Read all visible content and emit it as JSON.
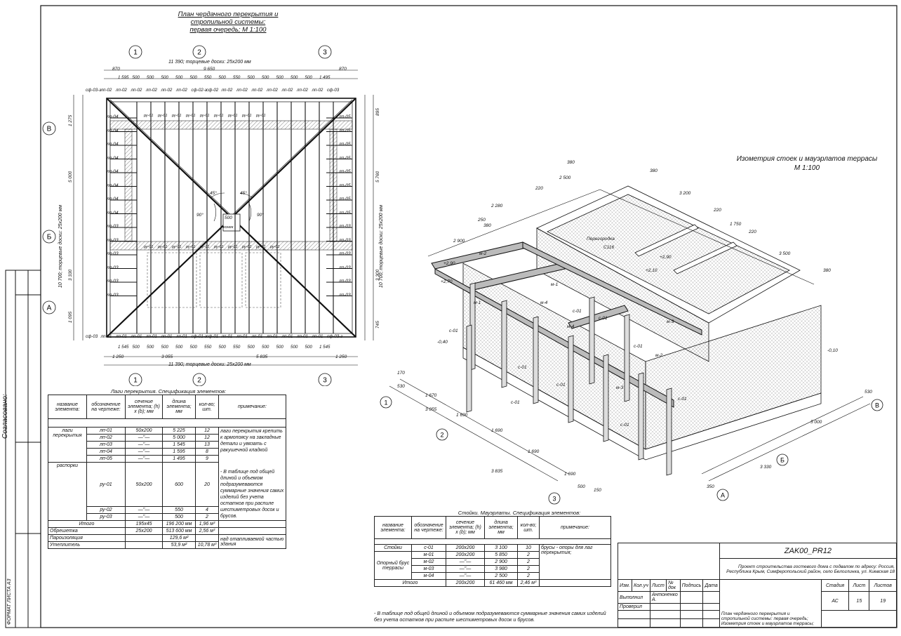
{
  "plan": {
    "title": [
      "План чердачного перекрытия и",
      "стропильной системы:",
      "первая очередь; М 1:100"
    ],
    "top_dim": "11 390; торцевые доски: 25x200 мм",
    "bottom_dim": "11 390; торцевые доски: 25x200 мм",
    "left_dim": "10 700; торцевые доски: 25x200 мм",
    "right_dim": "10 700; торцевые доски: 25x200 мм",
    "axes_top": [
      "1",
      "2",
      "3"
    ],
    "axes_side": [
      "В",
      "Б",
      "А"
    ],
    "dims_top_a": [
      "870",
      "9 650",
      "870"
    ],
    "dims_top_b": [
      "1 595",
      "500",
      "500",
      "500",
      "500",
      "500",
      "550",
      "500",
      "550",
      "500",
      "500",
      "500",
      "500",
      "500",
      "1 495"
    ],
    "dims_bot_a": [
      "1 545",
      "500",
      "500",
      "500",
      "500",
      "500",
      "550",
      "500",
      "550",
      "500",
      "500",
      "500",
      "500",
      "500",
      "1 545"
    ],
    "dims_bot_b": [
      "1 250",
      "3 055",
      "5 835",
      "1 250"
    ],
    "dims_left": [
      "1 275",
      "5 000",
      "3 330",
      "1 095"
    ],
    "dims_right": [
      "895",
      "5 760",
      "3 300",
      "745"
    ],
    "top_labels": [
      "сф-03-з",
      "лп-02",
      "лп-02",
      "лп-02",
      "лп-02",
      "лп-02",
      "лп-02",
      "сф-02-з",
      "сф-02",
      "лп-02",
      "лп-02",
      "лп-02",
      "лп-02",
      "лп-02",
      "лп-02",
      "лп-02",
      "сф-03"
    ],
    "bot_labels": [
      "сф-03",
      "лп-01",
      "лп-01",
      "лп-01",
      "лп-01",
      "лп-01",
      "лп-01",
      "сф-01-з",
      "сф-01",
      "лп-01",
      "лп-01",
      "лп-01",
      "лп-01",
      "лп-01",
      "лп-01",
      "лп-01",
      "сф-03-з"
    ],
    "left_labels": [
      "лп-04",
      "лп-04",
      "лп-04",
      "лп-04",
      "лп-04",
      "лп-04",
      "лп-04",
      "лп-04",
      "лп-03",
      "лп-03",
      "лп-03",
      "лп-03",
      "лп-03",
      "лп-03"
    ],
    "right_labels": [
      "лп-05",
      "лп-05",
      "лп-05",
      "лп-05",
      "лп-05",
      "лп-05",
      "лп-05",
      "лп-05",
      "лп-03",
      "лп-03",
      "лп-03",
      "лп-03",
      "лп-03",
      "лп-03"
    ],
    "angle_labels": [
      "45°",
      "45°",
      "90°",
      "90°"
    ],
    "center_labels": [
      "500",
      "конек"
    ],
    "ru_top": [
      "ру-01",
      "ру-01",
      "ру-01",
      "ру-01",
      "ру-01",
      "ру-01",
      "ру-01",
      "ру-01",
      "ру-01"
    ],
    "ru_mid": [
      "ру-01",
      "ру-01",
      "ру-01",
      "ру-01",
      "ру-01",
      "ру-01",
      "ру-01",
      "ру-01",
      "ру-01",
      "ру-01"
    ]
  },
  "table1": {
    "caption": "Лаги перекрытия. Спецификация элементов:",
    "headers": [
      "название элемента:",
      "обозначение на чертеже:",
      "сечение элемента; (h) x (b); мм",
      "длина элемента; мм",
      "кол-во; шт.",
      "примечание:"
    ],
    "group1": "лаги перекрытия",
    "group2": "распорки",
    "rows": [
      [
        "лп-01",
        "50x200",
        "5 225",
        "12"
      ],
      [
        "лп-02",
        "—\"—",
        "5 000",
        "12"
      ],
      [
        "лп-03",
        "—\"—",
        "1 545",
        "13"
      ],
      [
        "лп-04",
        "—\"—",
        "1 595",
        "8"
      ],
      [
        "лп-05",
        "—\"—",
        "1 495",
        "9"
      ],
      [
        "ру-01",
        "50x200",
        "600",
        "20"
      ],
      [
        "ру-02",
        "—\"—",
        "550",
        "4"
      ],
      [
        "ру-03",
        "—\"—",
        "500",
        "2"
      ]
    ],
    "note1": "лаги перекрытия крепить к армопоясу на закладные детали и увязать с ракушечной кладкой",
    "note2": "- В таблице под общей длиной и объемом подразумеваются суммарные значения самих изделий без учета остатков при распиле шестиметровых досок и брусов.",
    "total_row": [
      "Итого",
      "195x45",
      "196 200 мм",
      "1,96 м³"
    ],
    "extra_rows": [
      [
        "Обрешетка",
        "25x200",
        "513 600 мм",
        "2,56 м³"
      ],
      [
        "Пароизоляция",
        "",
        "129,6 м²",
        ""
      ],
      [
        "Утеплитель",
        "",
        "53,9 м²",
        "10,78 м³"
      ]
    ],
    "extra_note": "над отапливаемой частью здания"
  },
  "iso": {
    "title": [
      "Изометрия  стоек и мауэрлатов террасы",
      "М 1:100"
    ],
    "labels": [
      "м-2",
      "м-1",
      "м-1",
      "м-4",
      "м-4",
      "м-3",
      "м-2",
      "м-3",
      "с-01",
      "с-01",
      "с-01",
      "с-01",
      "с-01",
      "с-01",
      "с-01",
      "с-01",
      "с-01",
      "Перегородка",
      "С116"
    ],
    "dims": [
      "380",
      "2 500",
      "380",
      "3 200",
      "220",
      "2 280",
      "250",
      "380",
      "2 900",
      "220",
      "1 750",
      "220",
      "3 500",
      "380",
      "+2,90",
      "+2,70",
      "+2,90",
      "+2,10",
      "-0,40",
      "-0,10",
      "170",
      "530",
      "1 670",
      "3 055",
      "1 690",
      "1 690",
      "3 835",
      "1 690",
      "1 690",
      "500",
      "150",
      "530",
      "5 000",
      "3 330",
      "350"
    ],
    "axes": [
      "1",
      "2",
      "3",
      "В",
      "Б",
      "А"
    ]
  },
  "table2": {
    "caption": "Стойки. Мауэрлаты. Спецификация элементов:",
    "headers": [
      "название элемента:",
      "обозначение на чертеже:",
      "сечение элемента; (h) x (b); мм",
      "длина элемента; мм",
      "кол-во; шт.",
      "примечание:"
    ],
    "group1": "Стойки",
    "group2": "Опорный брус террасы",
    "rows": [
      [
        "с-01",
        "200x200",
        "3 100",
        "10"
      ],
      [
        "м-01",
        "200x200",
        "5 850",
        "2"
      ],
      [
        "м-02",
        "—\"—",
        "2 900",
        "2"
      ],
      [
        "м-03",
        "—\"—",
        "3 980",
        "2"
      ],
      [
        "м-04",
        "—\"—",
        "2 500",
        "2"
      ]
    ],
    "note": "брусы - опоры для лаг перекрытия;",
    "total_row": [
      "Итого",
      "200x200",
      "61 460 мм",
      "2,46 м³"
    ],
    "footnote": "- В таблице под общей длиной и объемом подразумеваются суммарные значения самих изделий без учета остатков при распиле шестиметровых досок и брусов."
  },
  "stamp": {
    "code": "ZAK00_PR12",
    "project": "Проект строительства гостевого дома с подвалом по адресу: Россия, Республика Крым, Симферопольский район, село Белоглинка, ул. Киевская 18",
    "cols": [
      "Изм.",
      "Кол.уч",
      "Лист",
      "№ док",
      "Подпись",
      "Дата"
    ],
    "role1": "Выполнил",
    "name1": "Антоненко А.",
    "role2": "Проверил",
    "sheet_title": "План чердачного перекрытия и стропильной системы: первая очередь; Изометрия стоек и мауэрлатов террасы;",
    "stage_h": "Стадия",
    "sheet_h": "Лист",
    "sheets_h": "Листов",
    "stage": "АС",
    "sheet": "15",
    "sheets": "19"
  },
  "side": {
    "agreed": "Согласовано:",
    "format": "ФОРМАТ ЛИСТА А3"
  }
}
